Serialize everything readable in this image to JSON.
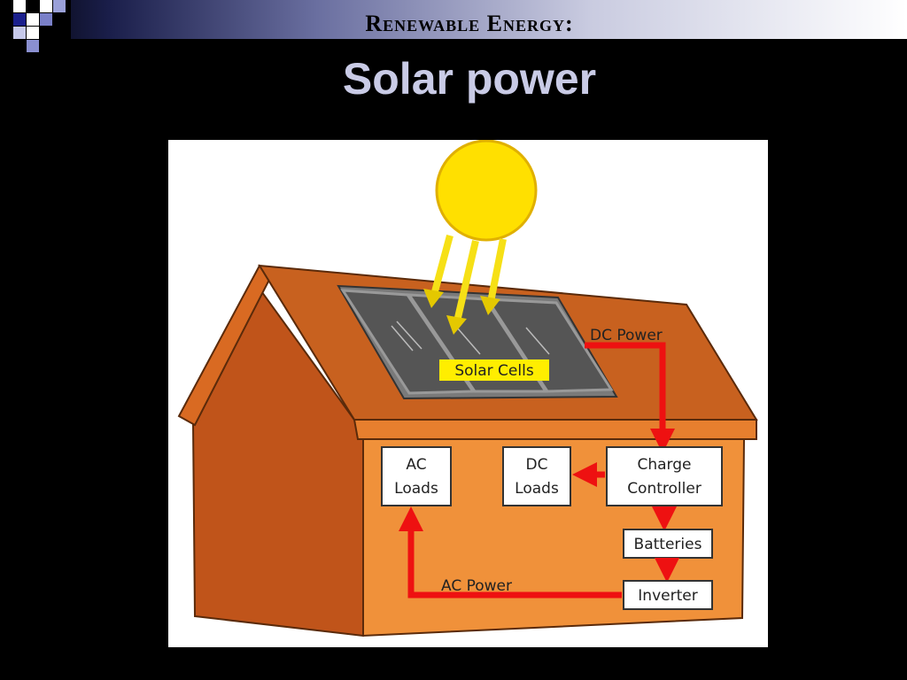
{
  "slide": {
    "subtitle": "Renewable Energy:",
    "title": "Solar power"
  },
  "diagram": {
    "labels": {
      "solar_cells": "Solar Cells",
      "dc_power": "DC Power",
      "ac_loads_line1": "AC",
      "ac_loads_line2": "Loads",
      "dc_loads_line1": "DC",
      "dc_loads_line2": "Loads",
      "charge_controller_line1": "Charge",
      "charge_controller_line2": "Controller",
      "batteries": "Batteries",
      "inverter": "Inverter",
      "ac_power": "AC Power"
    },
    "colors": {
      "sun": "#ffe000",
      "sun_rays": "#f6e016",
      "power_lines": "#ee1111",
      "roof": "#c0541a",
      "wall": "#f0913a",
      "solar_panel": "#5a5a5a",
      "label_highlight": "#ffee00"
    }
  }
}
